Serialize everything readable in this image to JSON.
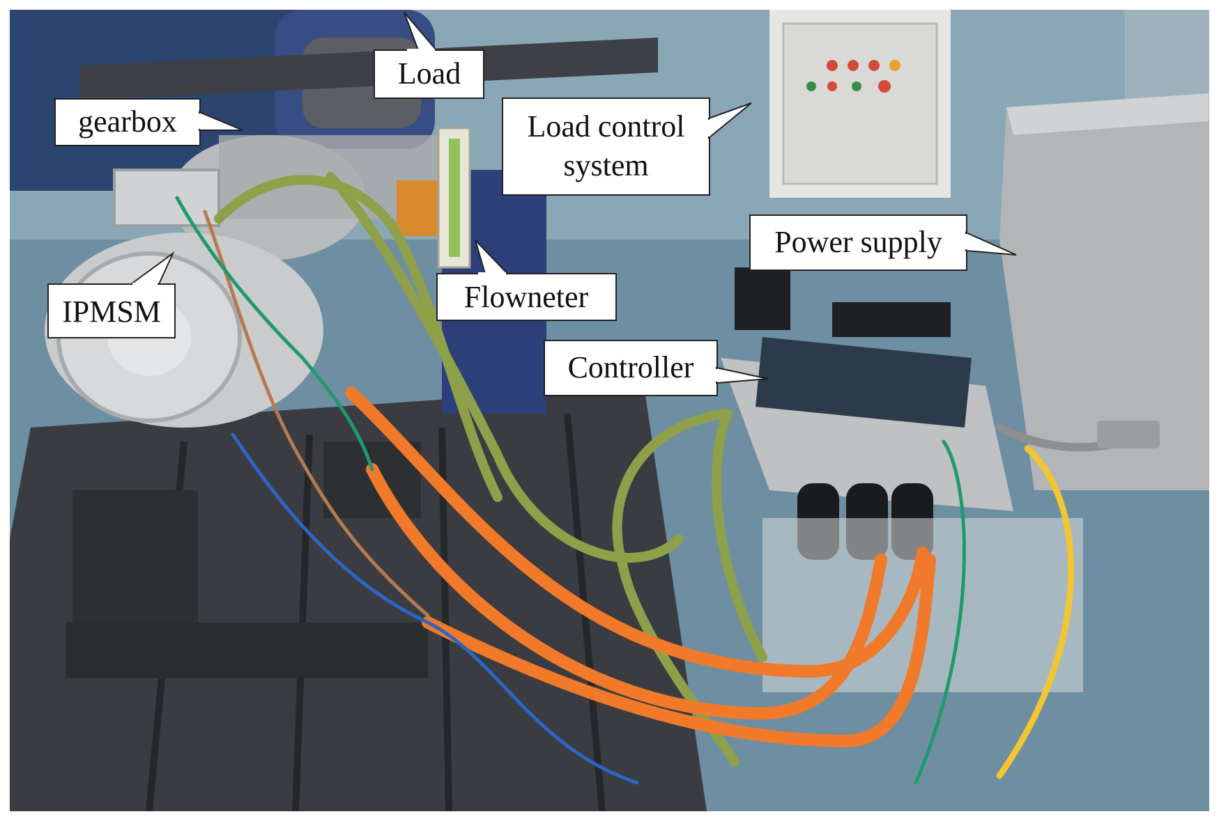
{
  "labels": {
    "load": "Load",
    "gearbox": "gearbox",
    "load_control": "Load control\nsystem",
    "power_supply": "Power supply",
    "ipmsm": "IPMSM",
    "flowmeter": "Flowneter",
    "controller": "Controller"
  },
  "colors": {
    "floor": "#4f7f9a",
    "bench": "#3b3d42",
    "orange_cable": "#f07a2a",
    "green_hose": "#8fa04a",
    "yellow_cable": "#f2c630",
    "motor": "#c9cbcc"
  }
}
